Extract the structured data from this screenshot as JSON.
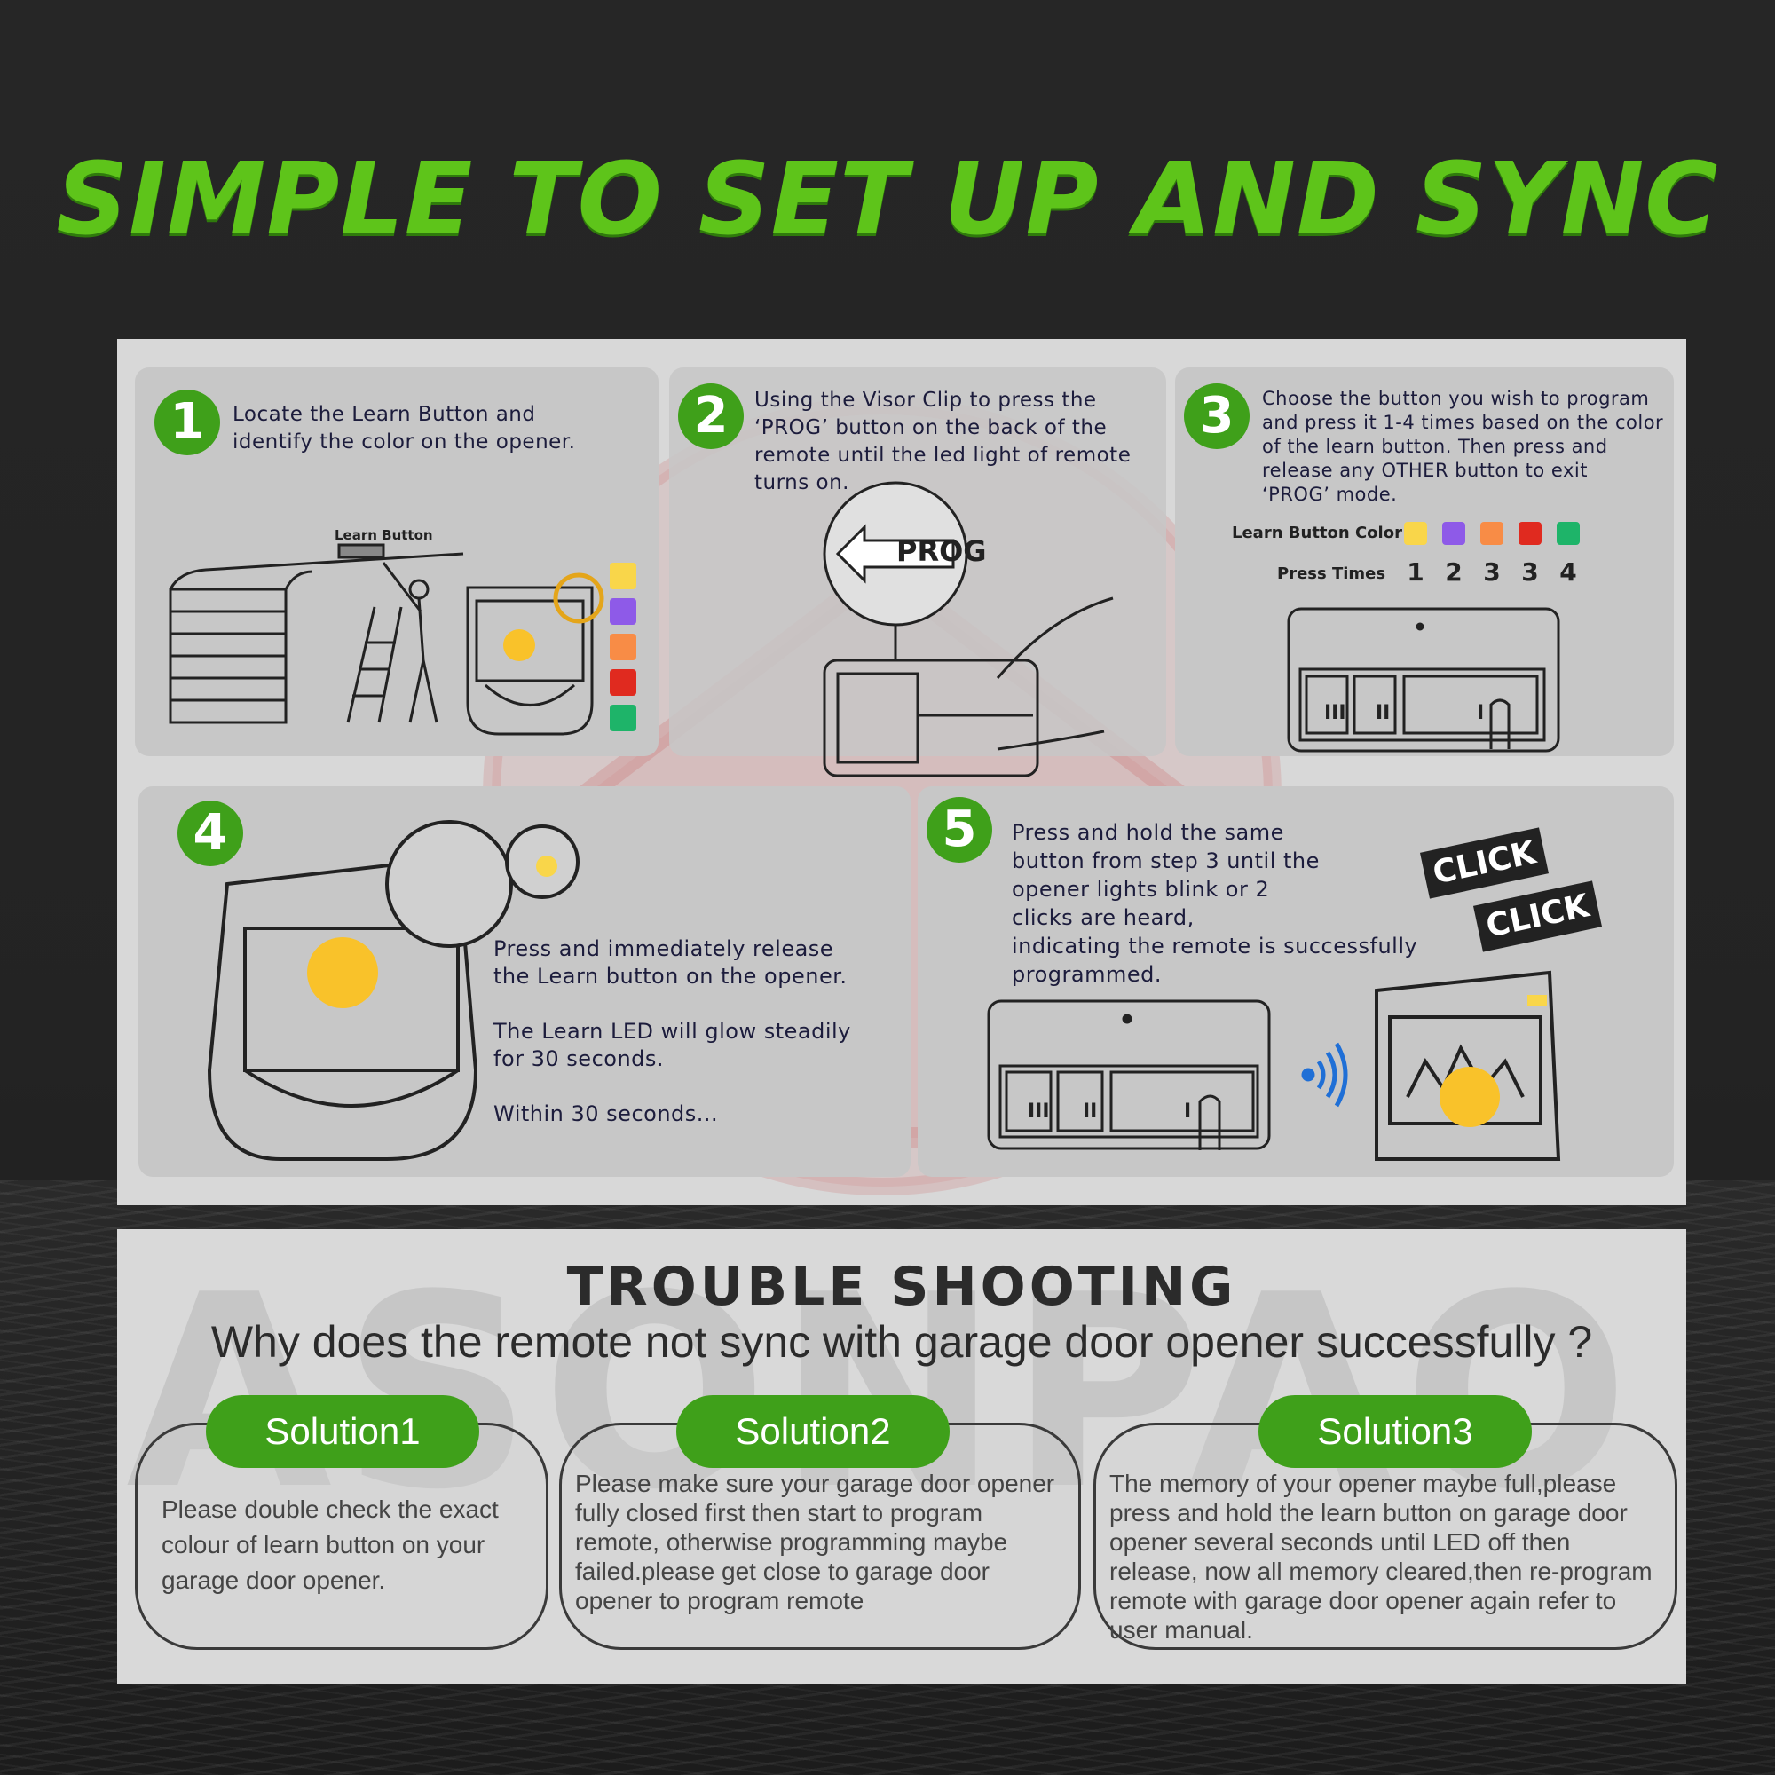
{
  "title": "SIMPLE TO SET UP AND SYNC",
  "colors": {
    "accent_green": "#3fa01a",
    "title_green": "#5ec41a",
    "led_yellow": "#f9d64a",
    "led_purple": "#8e5ae8",
    "led_orange": "#f88c46",
    "led_red": "#e02a1f",
    "led_green": "#1eb469"
  },
  "steps": [
    {
      "number": "1",
      "text": "Locate the Learn Button and\nidentify the color on the opener.",
      "diagram_label": "Learn Button"
    },
    {
      "number": "2",
      "text": "Using the Visor Clip to press the\n‘PROG’ button on the back of the\nremote until the led light of remote\nturns on.",
      "diagram_label": "PROG"
    },
    {
      "number": "3",
      "text": "Choose the button you wish to program\nand press it 1-4 times based on the color\nof the learn button. Then press and\nrelease any OTHER button to exit\n‘PROG’ mode.",
      "color_label": "Learn Button Color",
      "press_label": "Press Times",
      "press_times": [
        "1",
        "2",
        "3",
        "3",
        "4"
      ]
    },
    {
      "number": "4",
      "text": "Press and immediately release\nthe Learn button on the opener.\n\nThe Learn LED will glow steadily\nfor 30 seconds.\n\nWithin 30 seconds..."
    },
    {
      "number": "5",
      "text": "Press and hold the same\nbutton from step 3 until the\nopener lights blink or 2\nclicks are heard,\nindicating the remote is successfully\nprogrammed.",
      "sound_words": [
        "CLICK",
        "CLICK"
      ]
    }
  ],
  "remote_button_marks": [
    "III",
    "II",
    "I"
  ],
  "troubleshooting": {
    "title": "TROUBLE SHOOTING",
    "question": "Why does the remote not sync with garage door opener successfully ?",
    "solutions": [
      {
        "label": "Solution1",
        "text": "Please double check the exact colour of learn button on your garage door opener."
      },
      {
        "label": "Solution2",
        "text": "Please make sure your garage door opener fully closed first then start to program remote, otherwise programming maybe failed.please get close to garage door opener to program remote"
      },
      {
        "label": "Solution3",
        "text": "The memory of your opener maybe full,please press and hold the learn button on garage door opener several seconds until LED off then release, now all memory cleared,then re-program remote with garage door opener again refer to user manual."
      }
    ]
  },
  "watermark": "ASONPAO"
}
